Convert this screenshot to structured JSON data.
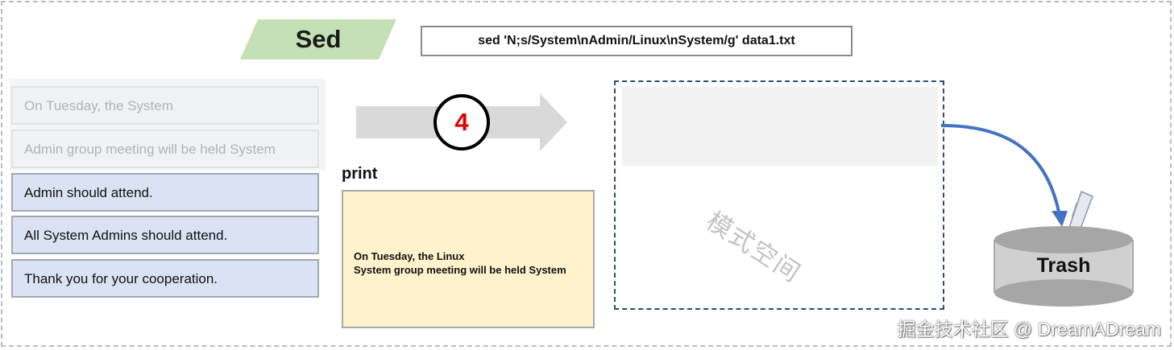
{
  "title": "Sed",
  "command": "sed 'N;s/System\\nAdmin/Linux\\nSystem/g' data1.txt",
  "input_lines": [
    "On Tuesday, the System",
    "Admin group meeting will be held System",
    "Admin should attend.",
    "All System Admins should attend.",
    "Thank you for your cooperation."
  ],
  "step_number": "4",
  "print": {
    "label": "print",
    "lines": [
      "On Tuesday, the Linux",
      "System group meeting will be held System"
    ]
  },
  "pattern_space_label": "模式空间",
  "trash_label": "Trash",
  "watermark": "掘金技术社区 @ DreamADream",
  "colors": {
    "title_bg": "#c5e0b4",
    "pending_line_bg": "#dae3f3",
    "print_bg": "#fff2cc",
    "step_number": "#e00000",
    "flow_arrow": "#4472c4"
  }
}
